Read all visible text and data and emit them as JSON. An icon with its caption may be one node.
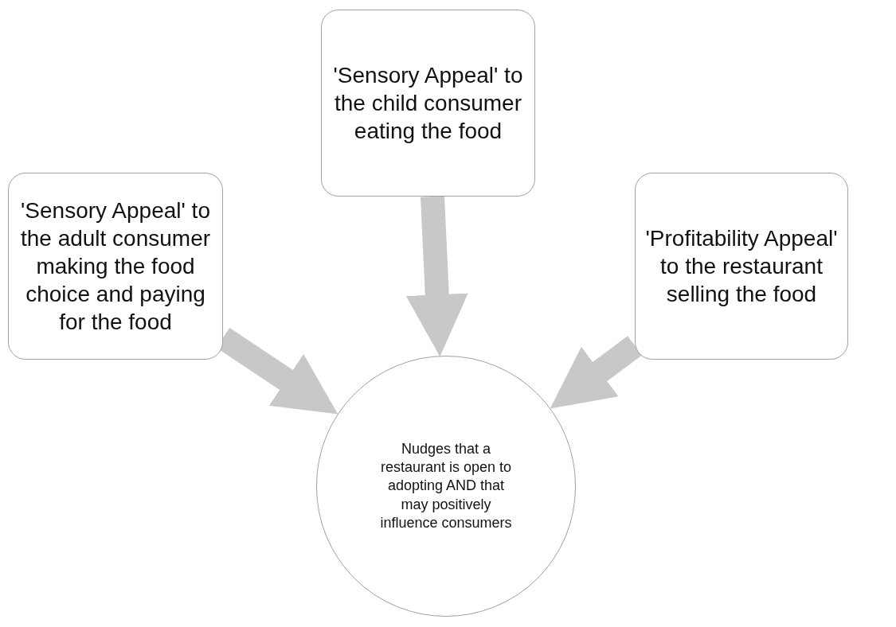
{
  "diagram": {
    "nodes": [
      {
        "text": [
          "'Sensory Appeal' to the adult consumer making the food choice and paying for the food"
        ]
      },
      {
        "text": [
          "'Sensory Appeal' to the child consumer eating the food"
        ]
      },
      {
        "text": [
          "'Profitability Appeal' to the restaurant selling the food"
        ]
      },
      {
        "text": [
          "Nudges that a restaurant is open to adopting AND that may positively influence consumers"
        ]
      }
    ],
    "edges": [
      {
        "from": 0,
        "to": 3,
        "arrow": "to"
      },
      {
        "from": 1,
        "to": 3,
        "arrow": "to"
      },
      {
        "from": 2,
        "to": 3,
        "arrow": "to"
      }
    ]
  }
}
